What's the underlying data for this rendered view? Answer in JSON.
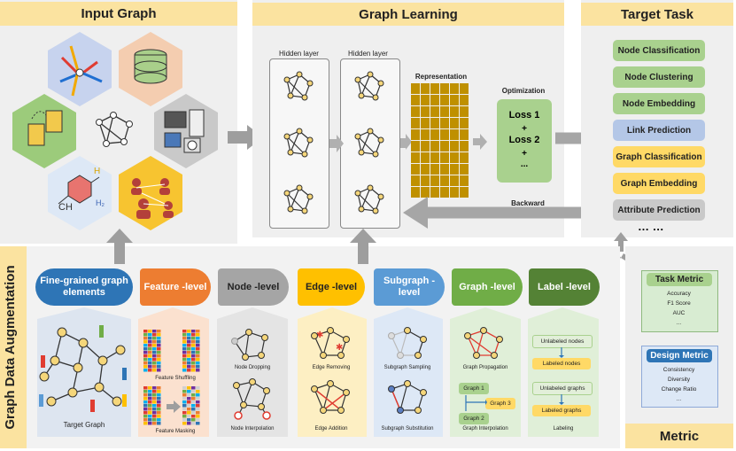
{
  "sections": {
    "input_graph": "Input Graph",
    "graph_learning": "Graph Learning",
    "target_task": "Target Task",
    "augmentation": "Graph Data Augmentation",
    "metric": "Metric"
  },
  "learning": {
    "hidden_layer_1": "Hidden layer",
    "hidden_layer_2": "Hidden layer",
    "representation": "Representation",
    "optimization": "Optimization",
    "loss1": "Loss 1",
    "plus1": "+",
    "loss2": "Loss 2",
    "plus2": "+",
    "ellipsis": "...",
    "backward": "Backward"
  },
  "tasks": [
    {
      "label": "Node Classification",
      "color": "#a9d18e"
    },
    {
      "label": "Node Clustering",
      "color": "#a9d18e"
    },
    {
      "label": "Node Embedding",
      "color": "#a9d18e"
    },
    {
      "label": "Link Prediction",
      "color": "#b4c7e7"
    },
    {
      "label": "Graph Classification",
      "color": "#ffd966"
    },
    {
      "label": "Graph Embedding",
      "color": "#ffd966"
    },
    {
      "label": "Attribute Prediction",
      "color": "#c9c9c9"
    }
  ],
  "tasks_more": "… …",
  "levels": [
    {
      "label": "Fine-grained graph elements",
      "color": "#2e75b6"
    },
    {
      "label": "Feature -level",
      "color": "#ed7d31"
    },
    {
      "label": "Node -level",
      "color": "#a5a5a5"
    },
    {
      "label": "Edge -level",
      "color": "#ffc000"
    },
    {
      "label": "Subgraph -level",
      "color": "#5b9bd5"
    },
    {
      "label": "Graph -level",
      "color": "#70ad47"
    },
    {
      "label": "Label -level",
      "color": "#548235"
    }
  ],
  "columns": {
    "target_graph": "Target Graph",
    "feature_shuffling": "Feature Shuffling",
    "feature_masking": "Feature Masking",
    "node_dropping": "Node Dropping",
    "node_interpolation": "Node Interpolation",
    "edge_removing": "Edge Removing",
    "edge_addition": "Edge Addition",
    "subgraph_sampling": "Subgraph Sampling",
    "subgraph_substitution": "Subgraph Substitution",
    "graph_propagation": "Graph Propagation",
    "graph1": "Graph 1",
    "graph2": "Graph 2",
    "graph3": "Graph 3",
    "graph_interpolation": "Graph Interpolation",
    "unlabeled_nodes": "Unlabeled nodes",
    "labeled_nodes": "Labeled nodes",
    "unlabeled_graphs": "Unlabeled graphs",
    "labeled_graphs": "Labeled graphs",
    "labeling": "Labeling"
  },
  "input_icons": {
    "ch": "CH",
    "h": "H",
    "h2": "H₂"
  },
  "task_metric": {
    "title": "Task Metric",
    "items": [
      "Accuracy",
      "F1 Score",
      "AUC",
      "..."
    ]
  },
  "design_metric": {
    "title": "Design Metric",
    "items": [
      "Consistency",
      "Diversity",
      "Change Ratio",
      "..."
    ]
  }
}
